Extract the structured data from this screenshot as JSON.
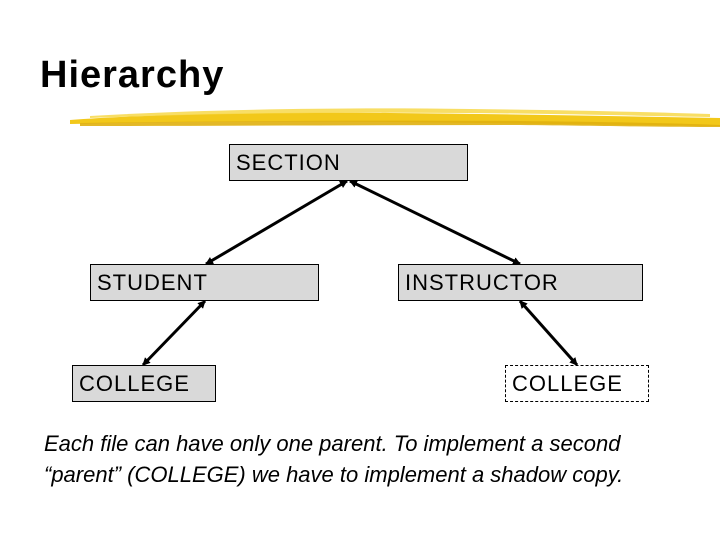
{
  "slide": {
    "title": "Hierarchy",
    "caption_line1": "Each file can have only one parent.  To implement a second",
    "caption_line2": "“parent” (COLLEGE) we have to implement a shadow copy."
  },
  "diagram": {
    "nodes": {
      "section": "SECTION",
      "student": "STUDENT",
      "instructor": "INSTRUCTOR",
      "college_left": "COLLEGE",
      "college_right": "COLLEGE"
    }
  },
  "colors": {
    "box_fill": "#d9d9d9",
    "underline_yellow": "#f2c81a",
    "text": "#000000"
  }
}
